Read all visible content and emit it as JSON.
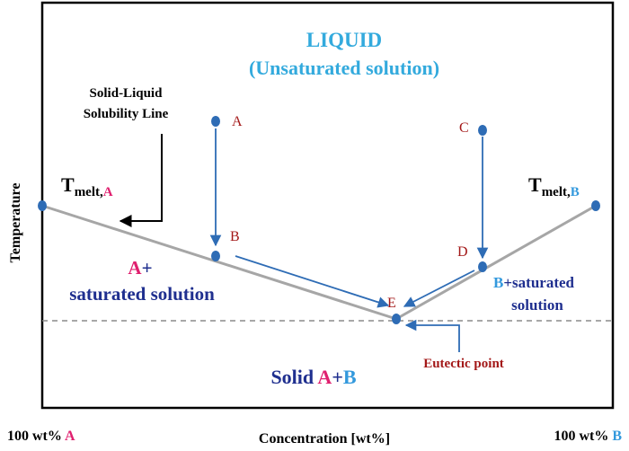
{
  "colors": {
    "frame": "#000000",
    "line": "#a6a6a6",
    "dashed": "#8c8c8c",
    "point": "#2e6cb5",
    "arrow": "#2e6cb5",
    "liquid_text": "#33aadd",
    "navy": "#1f2f8f",
    "magenta": "#e0206f",
    "blue": "#3399dd",
    "darkred": "#a31818",
    "black": "#000000"
  },
  "regions": {
    "liquid_title": "LIQUID",
    "liquid_subtitle": "(Unsaturated solution)",
    "a_region_symbol": "A",
    "a_region_plus": "+",
    "a_region_text": "saturated solution",
    "b_region_symbol": "B",
    "b_region_text_1": "+saturated",
    "b_region_text_2": "solution",
    "solid_prefix": "Solid ",
    "solid_a": "A",
    "solid_plus": "+",
    "solid_b": "B"
  },
  "annotations": {
    "solubility_line_1": "Solid-Liquid",
    "solubility_line_2": "Solubility Line",
    "eutectic_point": "Eutectic point",
    "tmelt_a_main": "T",
    "tmelt_a_sub": "melt,",
    "tmelt_a_comp": "A",
    "tmelt_b_main": "T",
    "tmelt_b_sub": "melt,",
    "tmelt_b_comp": "B"
  },
  "points": {
    "a": "A",
    "b": "B",
    "c": "C",
    "d": "D",
    "e": "E"
  },
  "axes": {
    "y_label": "Temperature",
    "x_label": "Concentration [wt%]",
    "left_prefix": "100 wt% ",
    "left_comp": "A",
    "right_prefix": "100 wt% ",
    "right_comp": "B"
  }
}
